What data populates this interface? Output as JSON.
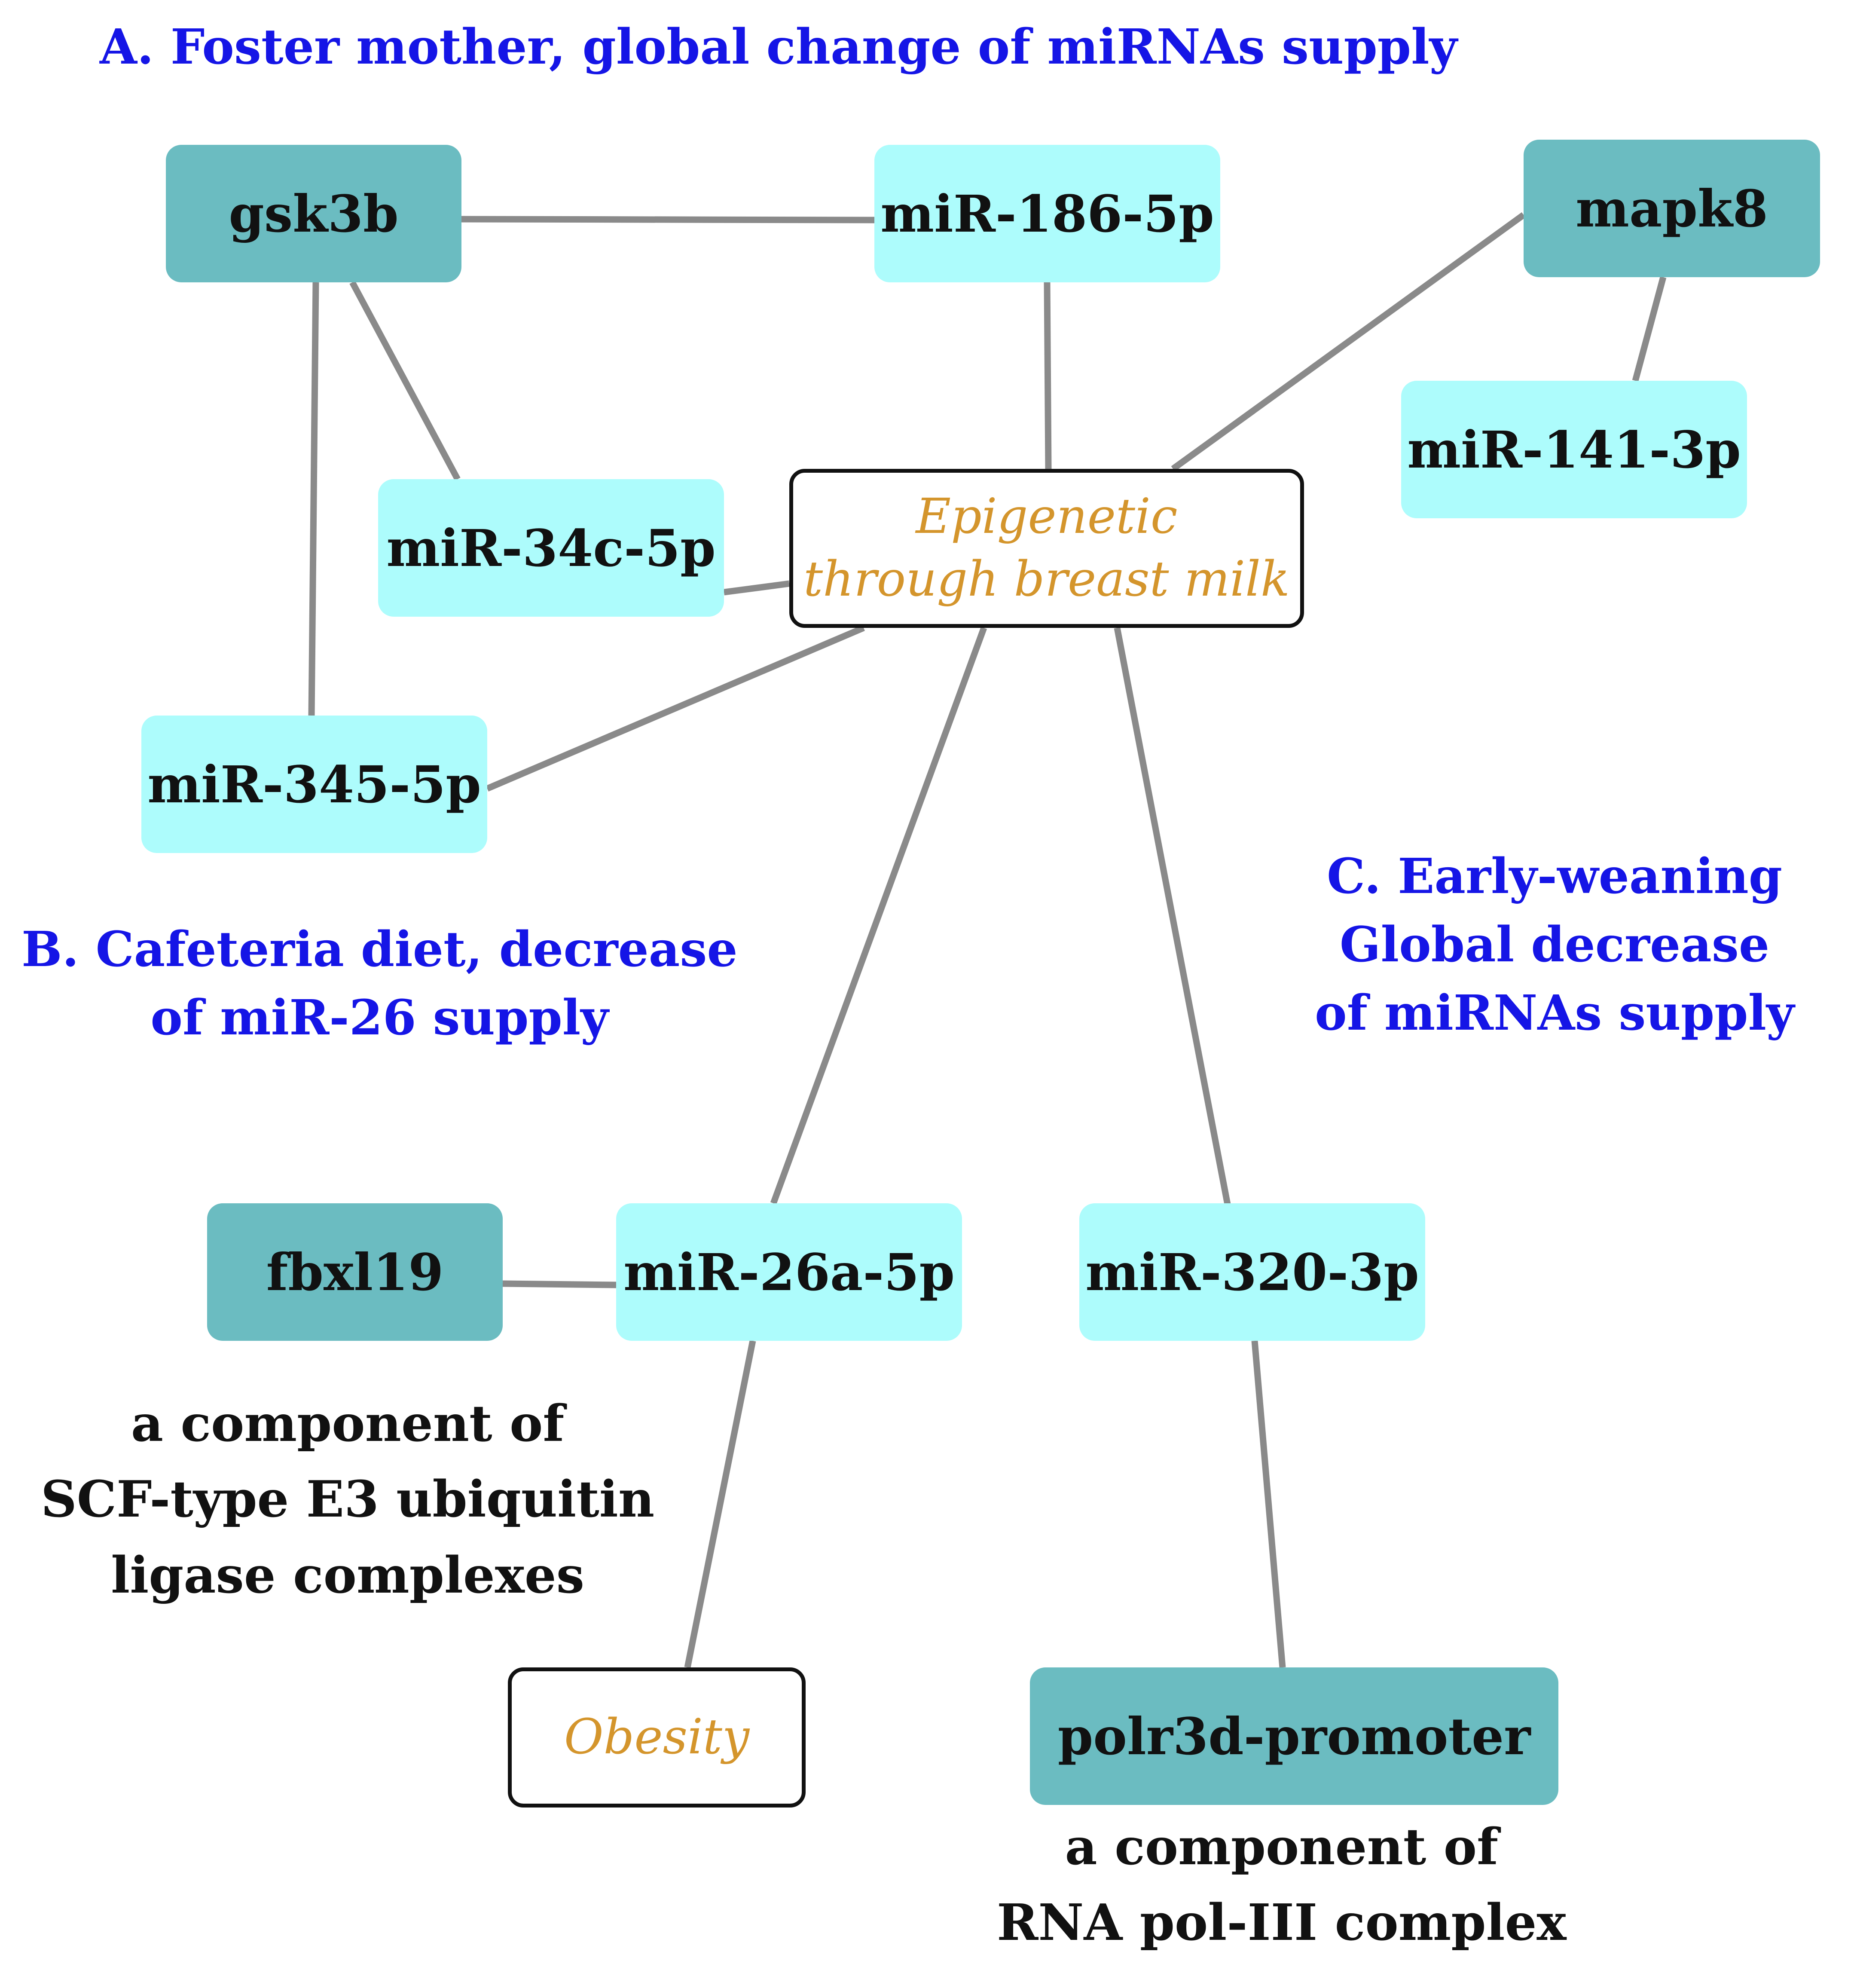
{
  "colors": {
    "gene_fill": "#6bbcc1",
    "mirna_fill": "#adfcfc",
    "edge": "#8a8a8a",
    "group_title": "#1515e6",
    "outcome_text": "#d4952c",
    "text": "#111111"
  },
  "groups": {
    "a": "A. Foster mother, global change of miRNAs supply",
    "b": [
      "B. Cafeteria diet, decrease",
      "of miR-26 supply"
    ],
    "c": [
      "C. Early-weaning",
      "Global decrease",
      "of miRNAs supply"
    ]
  },
  "nodes": {
    "gsk3b": "gsk3b",
    "mir186": "miR-186-5p",
    "mapk8": "mapk8",
    "mir141": "miR-141-3p",
    "mir34c": "miR-34c-5p",
    "epigenetic": [
      "Epigenetic",
      "through breast milk"
    ],
    "mir345": "miR-345-5p",
    "fbxl19": "fbxl19",
    "mir26a": "miR-26a-5p",
    "mir320": "miR-320-3p",
    "obesity": "Obesity",
    "polr3d": "polr3d-promoter"
  },
  "notes": {
    "fbxl19": [
      "a component of",
      "SCF-type E3 ubiquitin",
      "ligase complexes"
    ],
    "polr3d": [
      "a component of",
      "RNA pol-III complex"
    ]
  },
  "edges": [
    [
      "gsk3b",
      "mir186"
    ],
    [
      "gsk3b",
      "mir34c"
    ],
    [
      "gsk3b",
      "mir345"
    ],
    [
      "mir186",
      "epigenetic"
    ],
    [
      "mapk8",
      "epigenetic"
    ],
    [
      "mapk8",
      "mir141"
    ],
    [
      "mir34c",
      "epigenetic"
    ],
    [
      "mir345",
      "epigenetic"
    ],
    [
      "epigenetic",
      "mir26a"
    ],
    [
      "epigenetic",
      "mir320"
    ],
    [
      "fbxl19",
      "mir26a"
    ],
    [
      "mir26a",
      "obesity"
    ],
    [
      "mir320",
      "polr3d"
    ]
  ]
}
